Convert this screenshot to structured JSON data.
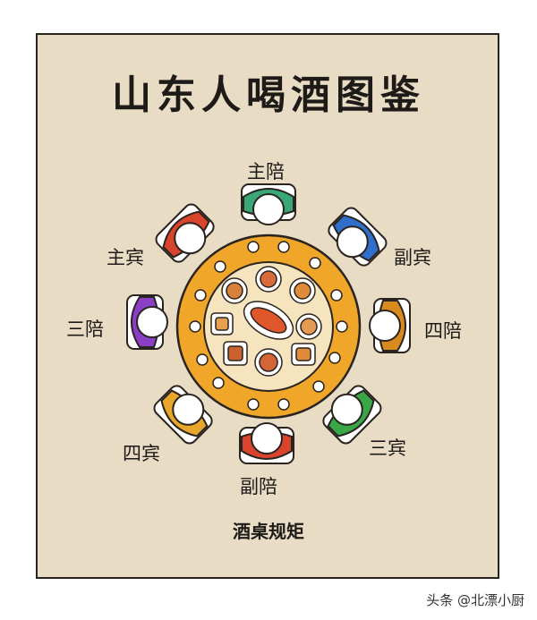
{
  "title": "山东人喝酒图鉴",
  "caption": "酒桌规矩",
  "watermark": "头条 @北漂小厨",
  "seats": [
    {
      "id": "host",
      "label": "主陪",
      "color": "#3aa776"
    },
    {
      "id": "vice-guest",
      "label": "副宾",
      "color": "#2f6ec9"
    },
    {
      "id": "fourth-host",
      "label": "四陪",
      "color": "#d98a1e"
    },
    {
      "id": "third-guest",
      "label": "三宾",
      "color": "#3aa746"
    },
    {
      "id": "vice-host",
      "label": "副陪",
      "color": "#d8452c"
    },
    {
      "id": "fourth-guest",
      "label": "四宾",
      "color": "#e8a62a"
    },
    {
      "id": "third-host",
      "label": "三陪",
      "color": "#8b3fc6"
    },
    {
      "id": "main-guest",
      "label": "主宾",
      "color": "#d8452c"
    }
  ],
  "colors": {
    "background": "#e9dcc4",
    "table": "#f0a629",
    "table_inner": "#f6e4bf",
    "outline": "#2a2420"
  }
}
